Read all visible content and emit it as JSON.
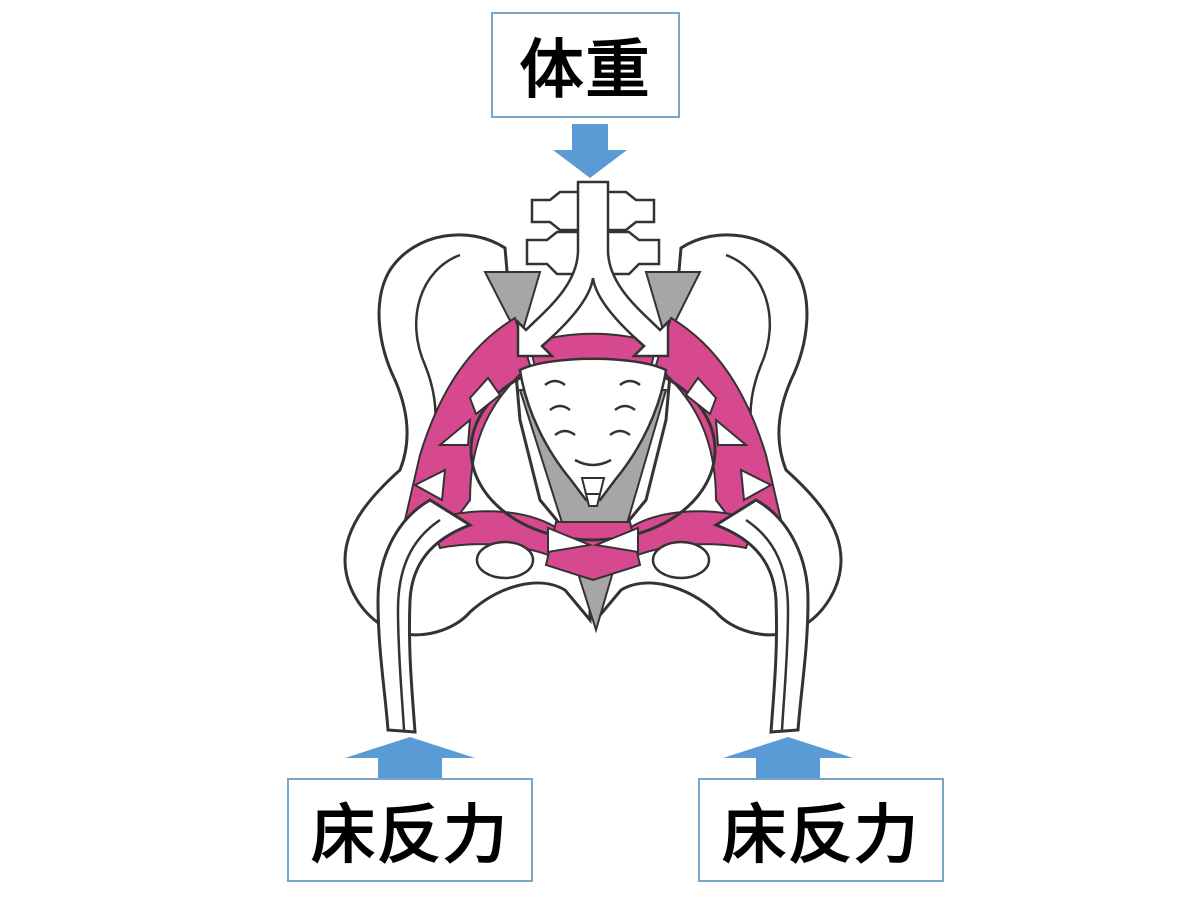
{
  "labels": {
    "body_weight": "体重",
    "floor_reaction_left": "床反力",
    "floor_reaction_right": "床反力"
  },
  "colors": {
    "arrow_blue": "#5b9bd5",
    "box_border": "#7aa6c8",
    "force_band": "#d6498f",
    "bone_outline": "#333333",
    "shadow_gray": "#a6a6a6"
  },
  "icons": {
    "down_arrow": "arrow-down-icon",
    "up_arrow": "arrow-up-icon"
  }
}
